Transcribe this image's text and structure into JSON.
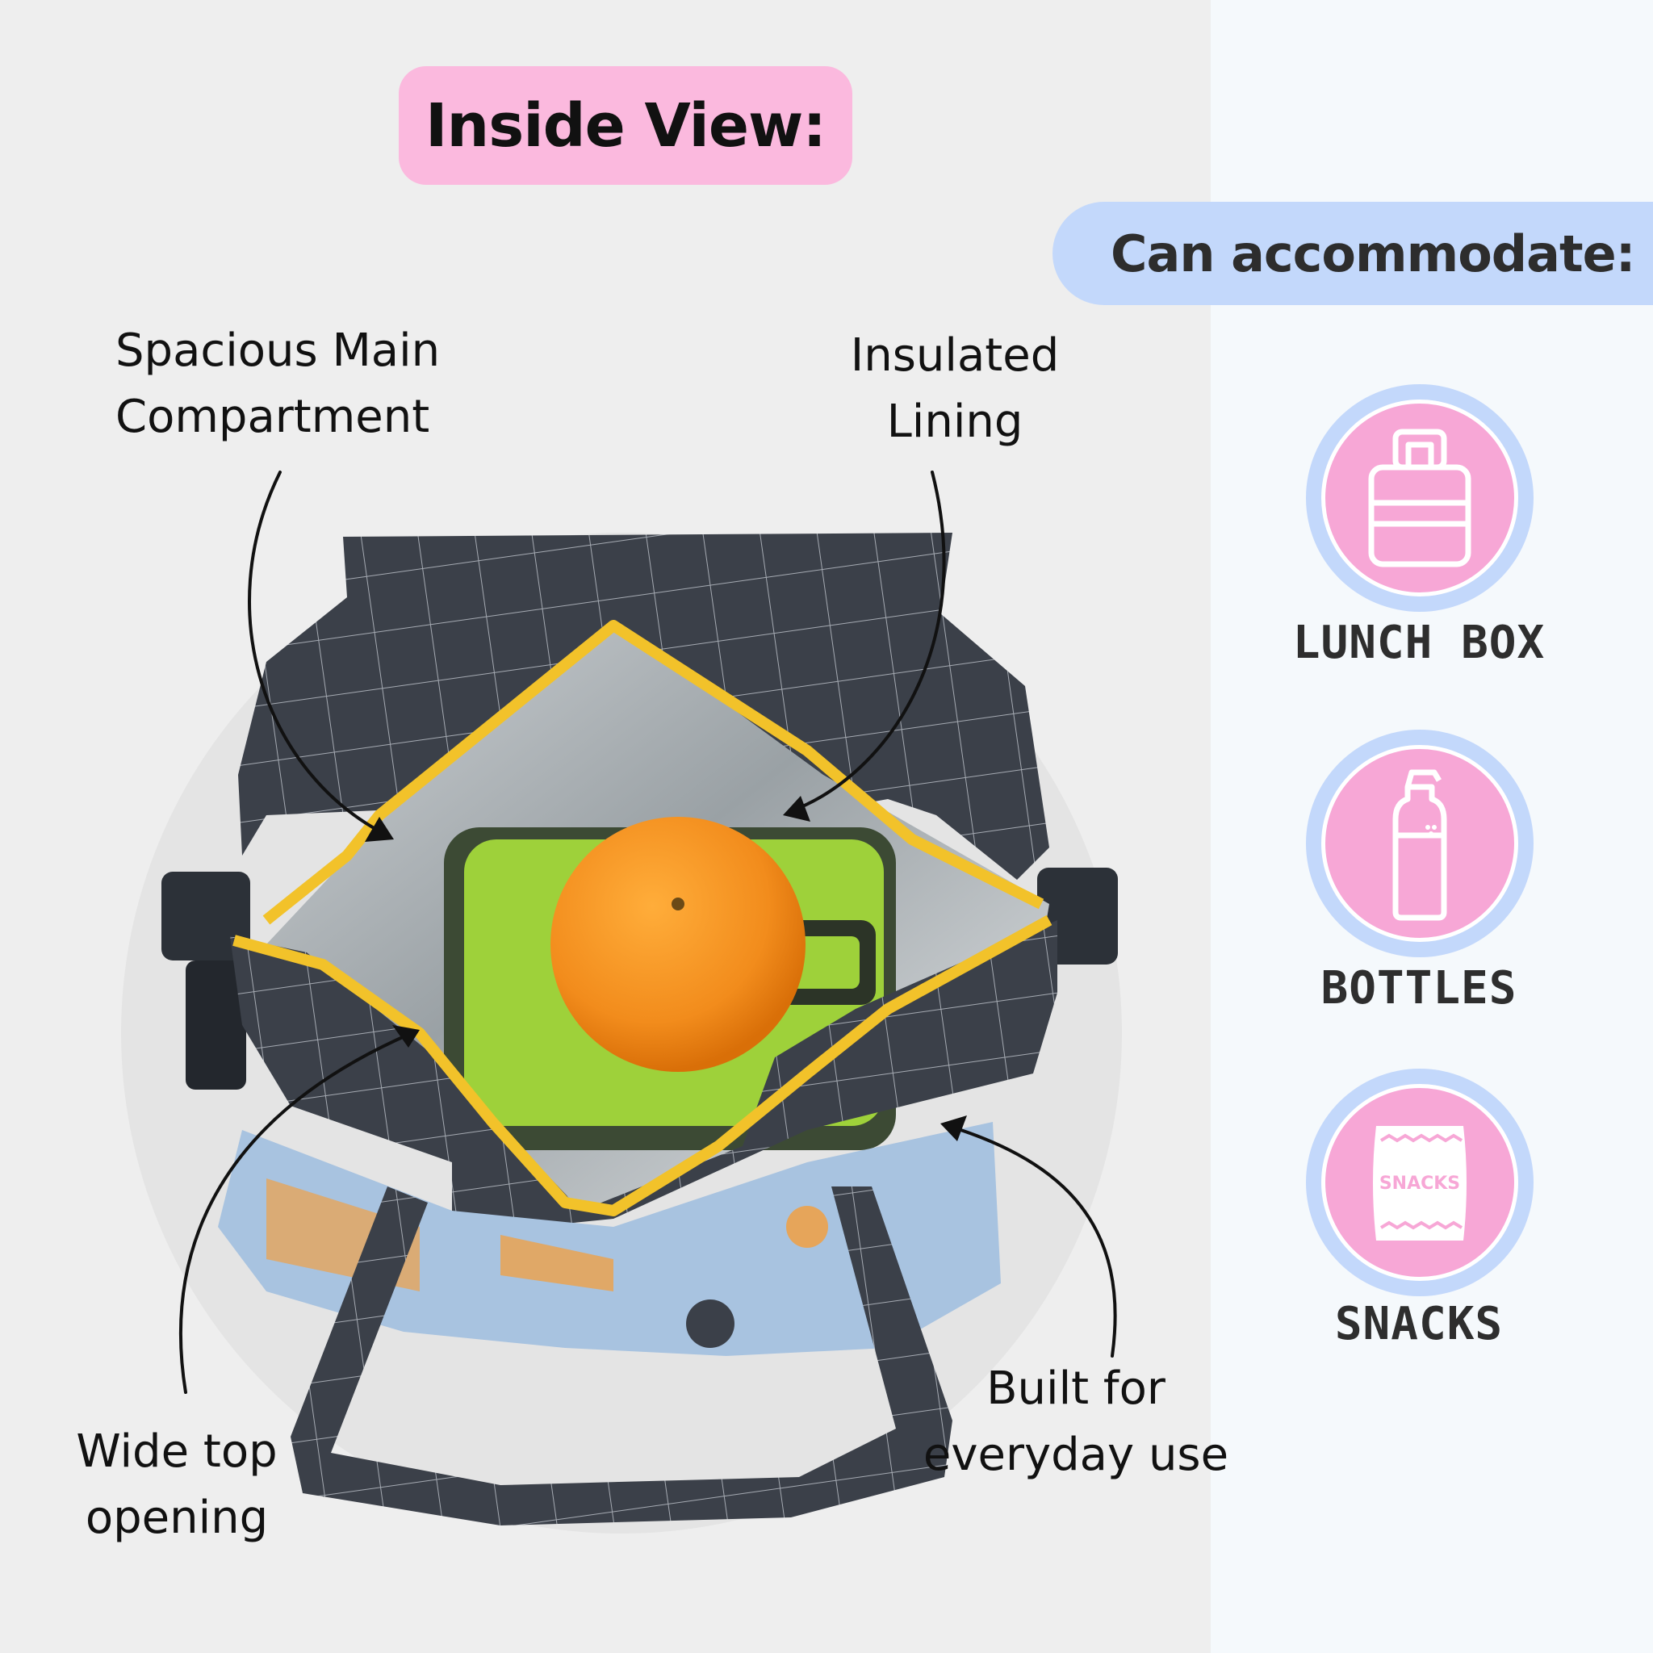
{
  "header": {
    "title": "Inside View:"
  },
  "sidebar": {
    "heading": "Can accommodate:",
    "items": [
      {
        "label": "LUNCH BOX",
        "icon": "lunch-box-icon"
      },
      {
        "label": "BOTTLES",
        "icon": "bottle-icon"
      },
      {
        "label": "SNACKS",
        "icon": "snacks-bag-icon",
        "icon_text": "SNACKS"
      }
    ]
  },
  "callouts": {
    "spacious": [
      "Spacious Main",
      "Compartment"
    ],
    "insulated": [
      "Insulated",
      "Lining"
    ],
    "wide": [
      "Wide top",
      "opening"
    ],
    "built": [
      "Built for",
      "everyday use"
    ]
  },
  "colors": {
    "title_pill": "#fbb9de",
    "heading_pill": "#c3d8fb",
    "icon_fill": "#f7a7d6",
    "zipper": "#f2c22a",
    "bag_fabric": "#3b4049",
    "lunchbox": "#9ed13a",
    "orange": "#f28c1c"
  }
}
